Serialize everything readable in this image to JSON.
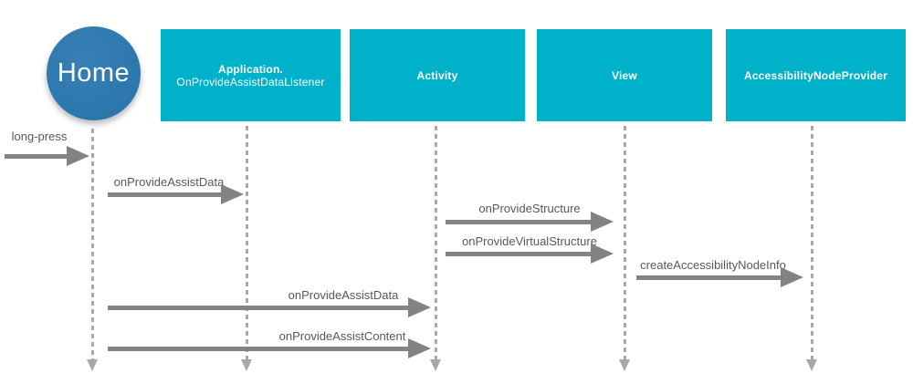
{
  "diagram": {
    "type": "sequence-diagram",
    "actors": [
      {
        "id": "home",
        "shape": "circle",
        "label": "Home"
      },
      {
        "id": "application",
        "shape": "box",
        "line1": "Application.",
        "line2": "OnProvideAssistDataListener"
      },
      {
        "id": "activity",
        "shape": "box",
        "label": "Activity"
      },
      {
        "id": "view",
        "shape": "box",
        "label": "View"
      },
      {
        "id": "accessibility-node-provider",
        "shape": "box",
        "label": "AccessibilityNodeProvider"
      }
    ],
    "messages": [
      {
        "label": "long-press",
        "from": "external",
        "to": "home"
      },
      {
        "label": "onProvideAssistData",
        "from": "home",
        "to": "application"
      },
      {
        "label": "onProvideStructure",
        "from": "activity",
        "to": "view"
      },
      {
        "label": "onProvideVirtualStructure",
        "from": "activity",
        "to": "view"
      },
      {
        "label": "createAccessibilityNodeInfo",
        "from": "view",
        "to": "accessibility-node-provider"
      },
      {
        "label": "onProvideAssistData",
        "from": "home",
        "to": "activity"
      },
      {
        "label": "onProvideAssistContent",
        "from": "home",
        "to": "activity"
      }
    ],
    "colors": {
      "actor_box": "#00b1ca",
      "actor_circle": "#2e79af",
      "arrow": "#818385",
      "label_text": "#57585a",
      "lifeline": "#a6a8ab",
      "actor_text": "#ffffff",
      "background": "#ffffff"
    }
  }
}
